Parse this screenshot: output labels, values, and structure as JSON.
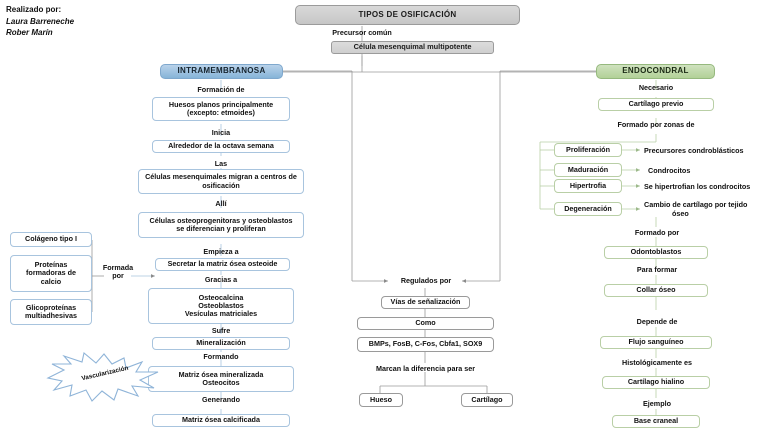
{
  "author": {
    "label": "Realizado por:",
    "name1": "Laura Barreneche",
    "name2": "Rober Marín"
  },
  "colors": {
    "intramembranosa": "#86b4d8",
    "endocondral": "#b2d197",
    "title_gray": "#c6c6c6",
    "blue_border": "#a8c4de",
    "green_border": "#b9cfa6",
    "gray_border": "#9a9a9a",
    "connector": "#808080"
  },
  "title": "TIPOS DE OSIFICACIÓN",
  "root": {
    "connector": "Precursor común",
    "cell": "Célula mesenquimal multipotente"
  },
  "branches": {
    "left_header": "INTRAMEMBRANOSA",
    "right_header": "ENDOCONDRAL"
  },
  "left": {
    "c1": "Formación de",
    "b1": "Huesos planos principalmente\n(excepto: etmoides)",
    "b1_line1": "Huesos planos principalmente",
    "b1_line2": "(excepto: etmoides)",
    "c2": "Inicia",
    "b2": "Alrededor de la octava semana",
    "c3": "Las",
    "b3_line1": "Células mesenquimales migran a centros de",
    "b3_line2": "osificación",
    "c4": "Allí",
    "b4_line1": "Células osteoprogenitoras y osteoblastos",
    "b4_line2": "se diferencian y proliferan",
    "c5": "Empieza a",
    "b5": "Secretar la matriz ósea osteoide",
    "c6": "Gracias a",
    "b6_line1": "Osteocalcina",
    "b6_line2": "Osteoblastos",
    "b6_line3": "Vesículas matriciales",
    "c7": "Sufre",
    "b7": "Mineralización",
    "c8": "Formando",
    "b8_line1": "Matriz ósea mineralizada",
    "b8_line2": "Osteocitos",
    "c9": "Generando",
    "b9": "Matriz ósea calcificada",
    "burst": "Vascularización"
  },
  "proteins": {
    "connector_line1": "Formada",
    "connector_line2": "por",
    "items": [
      "Colágeno tipo I",
      "Proteínas\nformadoras de\ncalcio",
      "Glicoproteínas\nmultiadhesivas"
    ],
    "p1": "Colágeno tipo I",
    "p2_line1": "Proteínas",
    "p2_line2": "formadoras de",
    "p2_line3": "calcio",
    "p3_line1": "Glicoproteínas",
    "p3_line2": "multiadhesivas"
  },
  "center": {
    "regulated": "Regulados por",
    "pathways": "Vías de señalización",
    "como": "Como",
    "factors": "BMPs, FosB, C-Fos, Cbfa1, SOX9",
    "marcan": "Marcan la diferencia para ser",
    "out1": "Hueso",
    "out2": "Cartílago"
  },
  "right": {
    "c1": "Necesario",
    "b1": "Cartílago previo",
    "c2": "Formado por zonas de",
    "zones": [
      {
        "name": "Proliferación",
        "desc": "Precursores condroblásticos"
      },
      {
        "name": "Maduración",
        "desc": "Condrocitos"
      },
      {
        "name": "Hipertrofia",
        "desc": "Se hipertrofian los condrocitos"
      },
      {
        "name": "Degeneración",
        "desc": "Cambio de cartílago por tejido\nóseo"
      }
    ],
    "zone4_desc_line1": "Cambio de cartílago por tejido",
    "zone4_desc_line2": "óseo",
    "c3": "Formado por",
    "b3": "Odontoblastos",
    "c4": "Para formar",
    "b4": "Collar óseo",
    "c5": "Depende de",
    "b5": "Flujo sanguíneo",
    "c6": "Histológicamente es",
    "b6": "Cartílago hialino",
    "c7": "Ejemplo",
    "b7": "Base craneal"
  }
}
